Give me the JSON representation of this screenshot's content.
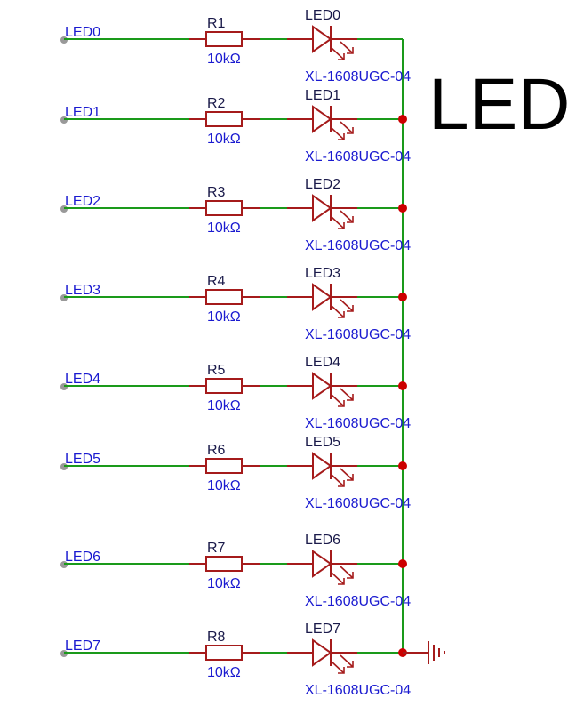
{
  "schematic": {
    "title": "LED",
    "colors": {
      "wire": "#1a9a1a",
      "part": "#a51b1b",
      "junction": "#cc0000",
      "text_blue": "#1a1ad0",
      "text_dark": "#1a1a4a",
      "port": "#999999",
      "title": "#000000"
    },
    "rows": [
      {
        "net": "LED0",
        "resistor": "R1",
        "value": "10kΩ",
        "led": "LED0",
        "part": "XL-1608UGC-04",
        "junction": false,
        "ground": false
      },
      {
        "net": "LED1",
        "resistor": "R2",
        "value": "10kΩ",
        "led": "LED1",
        "part": "XL-1608UGC-04",
        "junction": true,
        "ground": false
      },
      {
        "net": "LED2",
        "resistor": "R3",
        "value": "10kΩ",
        "led": "LED2",
        "part": "XL-1608UGC-04",
        "junction": true,
        "ground": false
      },
      {
        "net": "LED3",
        "resistor": "R4",
        "value": "10kΩ",
        "led": "LED3",
        "part": "XL-1608UGC-04",
        "junction": true,
        "ground": false
      },
      {
        "net": "LED4",
        "resistor": "R5",
        "value": "10kΩ",
        "led": "LED4",
        "part": "XL-1608UGC-04",
        "junction": true,
        "ground": false
      },
      {
        "net": "LED5",
        "resistor": "R6",
        "value": "10kΩ",
        "led": "LED5",
        "part": "XL-1608UGC-04",
        "junction": true,
        "ground": false
      },
      {
        "net": "LED6",
        "resistor": "R7",
        "value": "10kΩ",
        "led": "LED6",
        "part": "XL-1608UGC-04",
        "junction": true,
        "ground": false
      },
      {
        "net": "LED7",
        "resistor": "R8",
        "value": "10kΩ",
        "led": "LED7",
        "part": "XL-1608UGC-04",
        "junction": true,
        "ground": true
      }
    ]
  }
}
